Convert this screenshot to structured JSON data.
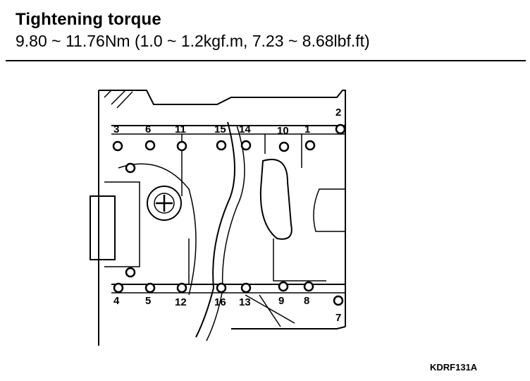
{
  "header": {
    "title": "Tightening torque",
    "spec": "9.80 ~ 11.76Nm (1.0 ~ 1.2kgf.m, 7.23 ~ 8.68lbf.ft)"
  },
  "bolts": [
    "1",
    "2",
    "3",
    "4",
    "5",
    "6",
    "7",
    "8",
    "9",
    "10",
    "11",
    "12",
    "13",
    "14",
    "15",
    "16"
  ],
  "figure_code": "KDRF131A"
}
